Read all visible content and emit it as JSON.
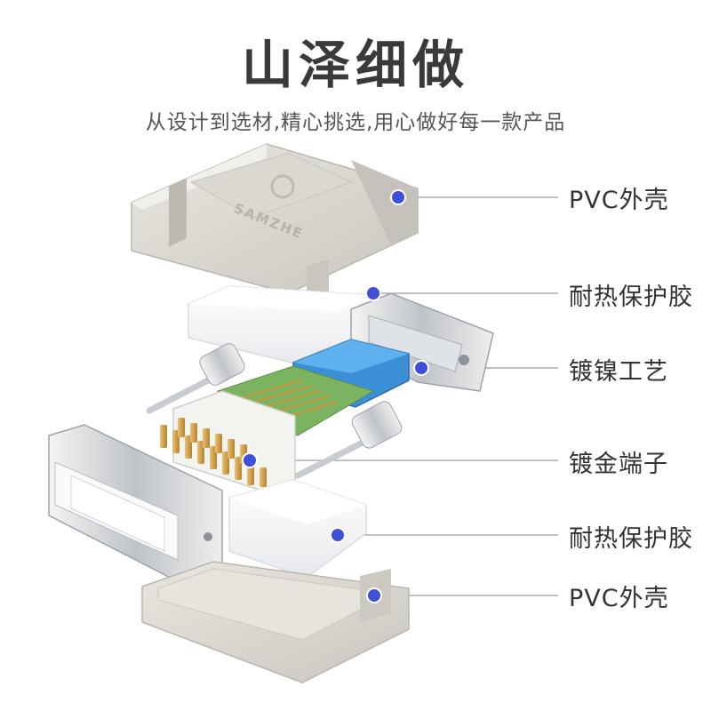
{
  "header": {
    "title": "山泽细做",
    "subtitle": "从设计到选材,精心挑选,用心做好每一款产品"
  },
  "shell": {
    "brand": "SAMZHE"
  },
  "labels": [
    "PVC外壳",
    "耐热保护胶",
    "镀镍工艺",
    "镀金端子",
    "耐热保护胶",
    "PVC外壳"
  ],
  "colors": {
    "marker": "#3f4fd8",
    "shell": "#d6d4cd",
    "gold": "#c9963a",
    "blue_insert": "#3b8fd6",
    "pcb": "#7bb360",
    "line": "#9a9a9a"
  }
}
